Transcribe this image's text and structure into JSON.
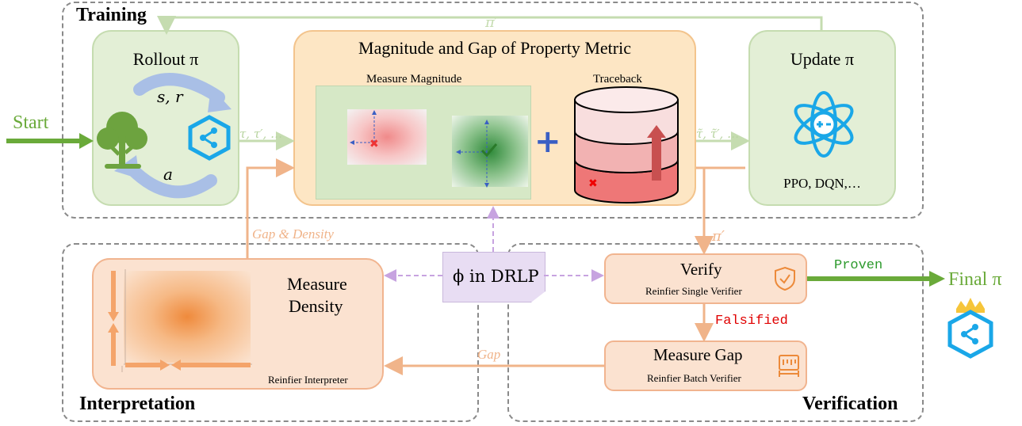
{
  "regions": {
    "training": "Training",
    "interpretation": "Interpretation",
    "verification": "Verification"
  },
  "rollout": {
    "title": "Rollout π",
    "state_reward": "s, r",
    "action": "a"
  },
  "magnitude": {
    "title": "Magnitude and Gap of Property Metric",
    "measure_magnitude": "Measure Magnitude",
    "traceback": "Traceback",
    "plus": "+"
  },
  "update": {
    "title": "Update π",
    "algorithms": "PPO, DQN,…"
  },
  "flow": {
    "start": "Start",
    "pi_prime_top": "π′",
    "trajectories": "τ, τ′, …",
    "tilde_trajectories": "τ̃, τ̃′, …",
    "gap_density": "Gap & Density",
    "pi_prime_verify": "π′",
    "gap": "Gap",
    "proven": "Proven",
    "falsified": "Falsified",
    "final": "Final π"
  },
  "drlp": {
    "label": "ϕ in DRLP"
  },
  "density": {
    "title_line1": "Measure",
    "title_line2": "Density",
    "interpreter": "Reinfier Interpreter"
  },
  "verify": {
    "title": "Verify",
    "subtitle": "Reinfier Single Verifier"
  },
  "measure_gap": {
    "title": "Measure Gap",
    "subtitle": "Reinfier Batch Verifier"
  },
  "colors": {
    "green_arrow": "#6aaa3a",
    "orange_arrow": "#f0b48a",
    "purple_dashed": "#c7a3e0",
    "falsified": "#e00000",
    "proven": "#2d9a2d",
    "icon_blue": "#1aa7e8"
  }
}
